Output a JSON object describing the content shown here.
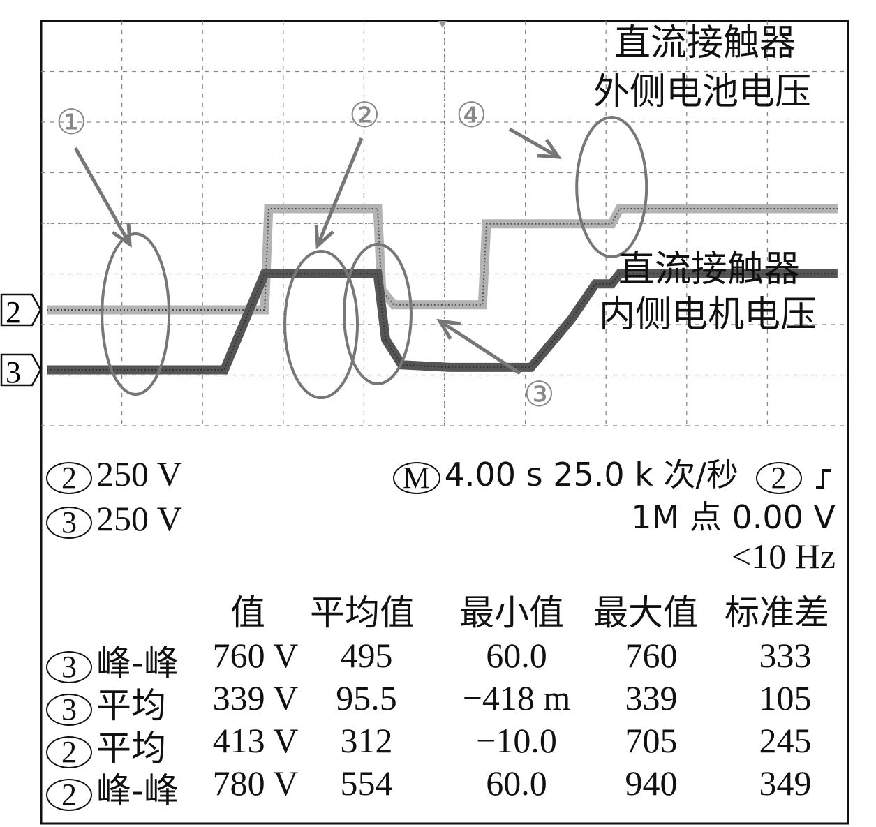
{
  "chart_data": {
    "type": "line",
    "title": "",
    "xlabel": "",
    "ylabel": "",
    "grid": true,
    "x_divisions": 10,
    "y_divisions": 8,
    "series": [
      {
        "name": "直流接触器外侧电池电压",
        "channel": "2",
        "color": "#b3b3b3",
        "x": [
          0,
          2.7,
          2.75,
          4.1,
          4.15,
          4.3,
          5.0,
          5.4,
          5.45,
          7.0,
          7.1,
          9.8
        ],
        "y": [
          0,
          0,
          2.0,
          2.0,
          0.4,
          0.1,
          0.1,
          0.1,
          1.7,
          1.7,
          2.0,
          2.0
        ]
      },
      {
        "name": "直流接触器内侧电机电压",
        "channel": "3",
        "color": "#555555",
        "x": [
          0,
          2.2,
          2.7,
          4.1,
          4.2,
          4.4,
          5.0,
          6.0,
          6.5,
          6.8,
          7.0,
          7.1,
          9.8
        ],
        "y": [
          0,
          0,
          1.9,
          1.9,
          0.6,
          0.1,
          0.05,
          0.05,
          1.0,
          1.7,
          1.7,
          1.9,
          1.9
        ]
      }
    ],
    "callouts": [
      {
        "label": "①",
        "x": 1.1,
        "y": 0.9
      },
      {
        "label": "②",
        "x": 3.4,
        "y": 0.5
      },
      {
        "label": "③",
        "x": 4.1,
        "y": 0.9
      },
      {
        "label": "④",
        "x": 7.0,
        "y": 2.55
      }
    ],
    "annotations": {
      "outer_line1": "直流接触器",
      "outer_line2": "外侧电池电压",
      "inner_line1": "直流接触器",
      "inner_line2": "内侧电机电压"
    }
  },
  "markers": {
    "ch2": "2",
    "ch3": "3"
  },
  "readout": {
    "ch2_id": "2",
    "ch2_scale": "250 V",
    "ch3_id": "3",
    "ch3_scale": "250 V",
    "m_label": "M",
    "timebase": "4.00 s 25.0 k 次/秒",
    "trig_ch": "2",
    "trig_icon": "rising-edge",
    "record": "1M 点 0.00 V",
    "freq": "<10 Hz"
  },
  "measurements": {
    "headers": [
      "值",
      "平均值",
      "最小值",
      "最大值",
      "标准差"
    ],
    "rows": [
      {
        "ch": "3",
        "name": "峰-峰",
        "values": [
          "760 V",
          "495",
          "60.0",
          "760",
          "333"
        ]
      },
      {
        "ch": "3",
        "name": "平均",
        "values": [
          "339 V",
          "95.5",
          "−418 m",
          "339",
          "105"
        ]
      },
      {
        "ch": "2",
        "name": "平均",
        "values": [
          "413 V",
          "312",
          "−10.0",
          "705",
          "245"
        ]
      },
      {
        "ch": "2",
        "name": "峰-峰",
        "values": [
          "780 V",
          "554",
          "60.0",
          "940",
          "349"
        ]
      }
    ]
  }
}
